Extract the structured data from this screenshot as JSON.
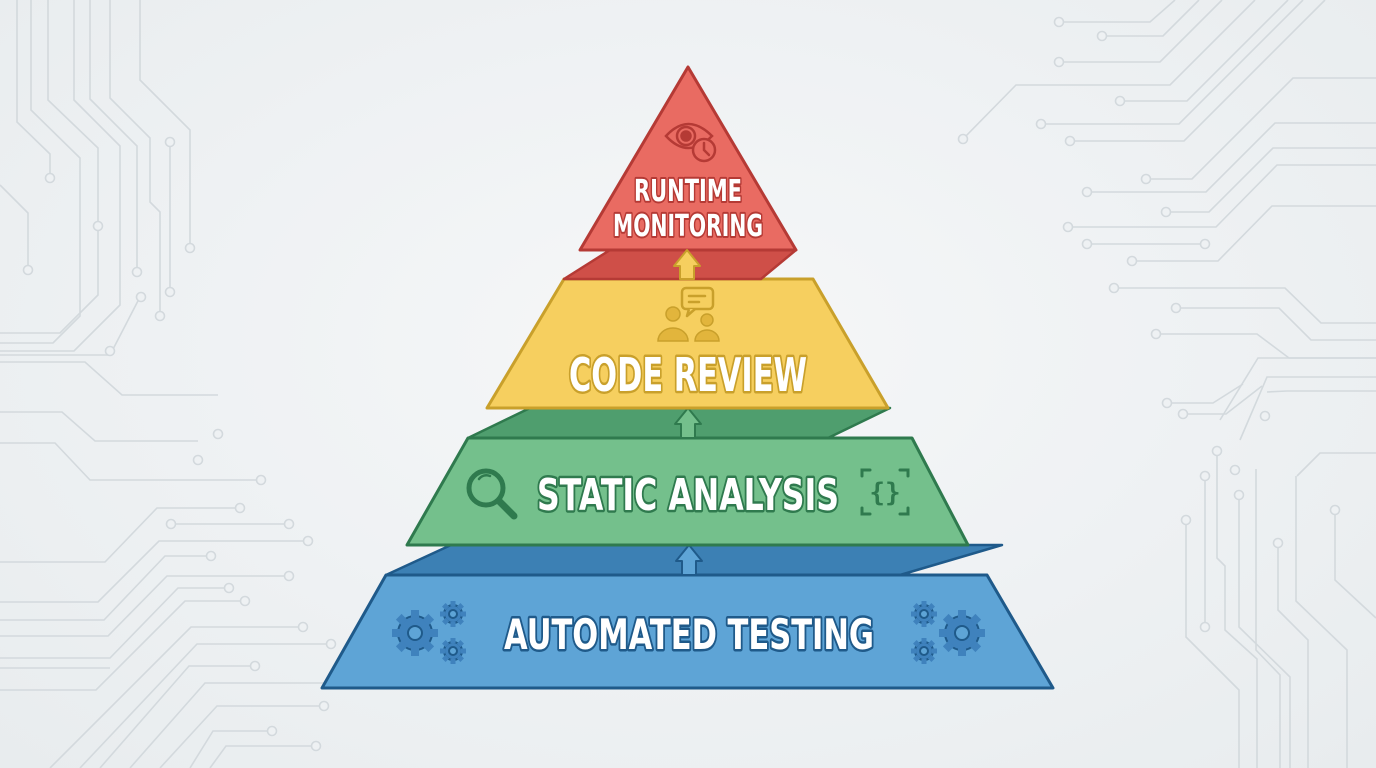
{
  "diagram": {
    "type": "pyramid",
    "direction": "bottom-to-top",
    "tiers": [
      {
        "level": 4,
        "label_line1": "RUNTIME",
        "label_line2": "MONITORING",
        "icon": "eye-clock-icon",
        "fill": "#e96b62",
        "side": "#cf4f48",
        "stroke": "#b53a35"
      },
      {
        "level": 3,
        "label": "CODE REVIEW",
        "icon": "reviewers-chat-icon",
        "fill": "#f6cf5f",
        "side": "#f0c04c",
        "stroke": "#c9a02b"
      },
      {
        "level": 2,
        "label": "STATIC ANALYSIS",
        "icon_left": "magnifier-icon",
        "icon_right": "code-braces-icon",
        "fill": "#74c08c",
        "side": "#4f9e6e",
        "stroke": "#2f7a4e"
      },
      {
        "level": 1,
        "label": "AUTOMATED TESTING",
        "icon_left": "gears-icon",
        "icon_right": "gears-icon",
        "fill": "#5ea4d6",
        "side": "#3c80b4",
        "stroke": "#1f5a8a"
      }
    ],
    "connectors": "up-arrow-icon",
    "background": "circuit-board-traces"
  }
}
